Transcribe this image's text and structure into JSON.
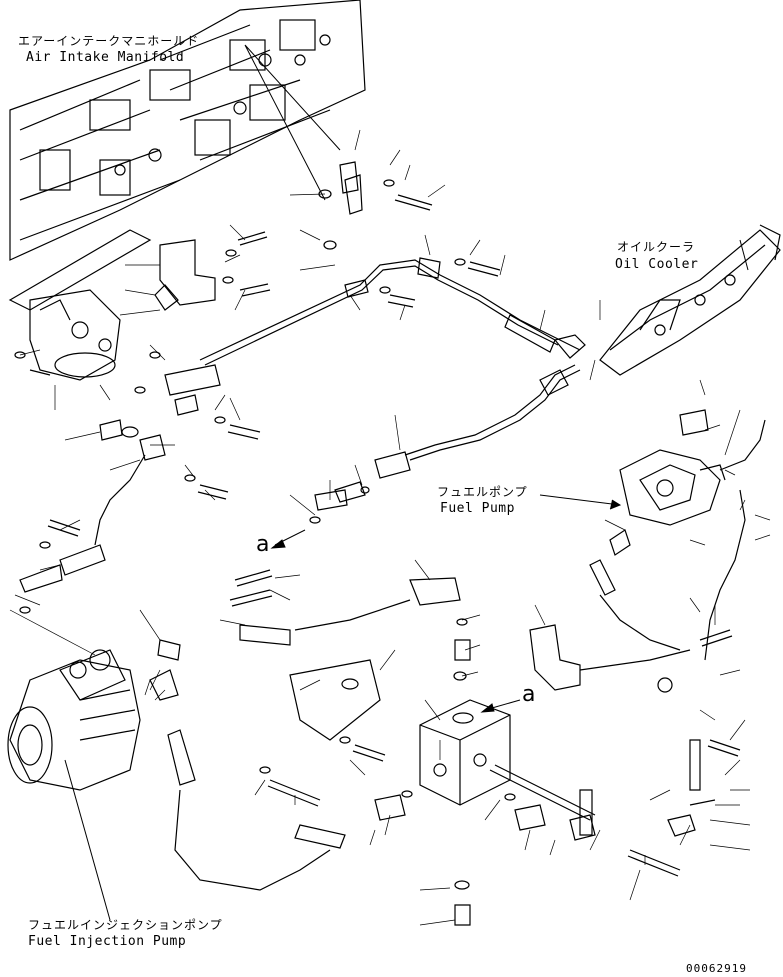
{
  "labels": {
    "air_intake_ja": "エアーインテークマニホールド",
    "air_intake_en": "Air Intake Manifold",
    "oil_cooler_ja": "オイルクーラ",
    "oil_cooler_en": "Oil Cooler",
    "fuel_pump_ja": "フュエルポンプ",
    "fuel_pump_en": "Fuel Pump",
    "injection_pump_ja": "フュエルインジェクションポンプ",
    "injection_pump_en": "Fuel Injection Pump"
  },
  "marks": {
    "a_left": "a",
    "a_right": "a"
  },
  "drawing_code": "00062919"
}
